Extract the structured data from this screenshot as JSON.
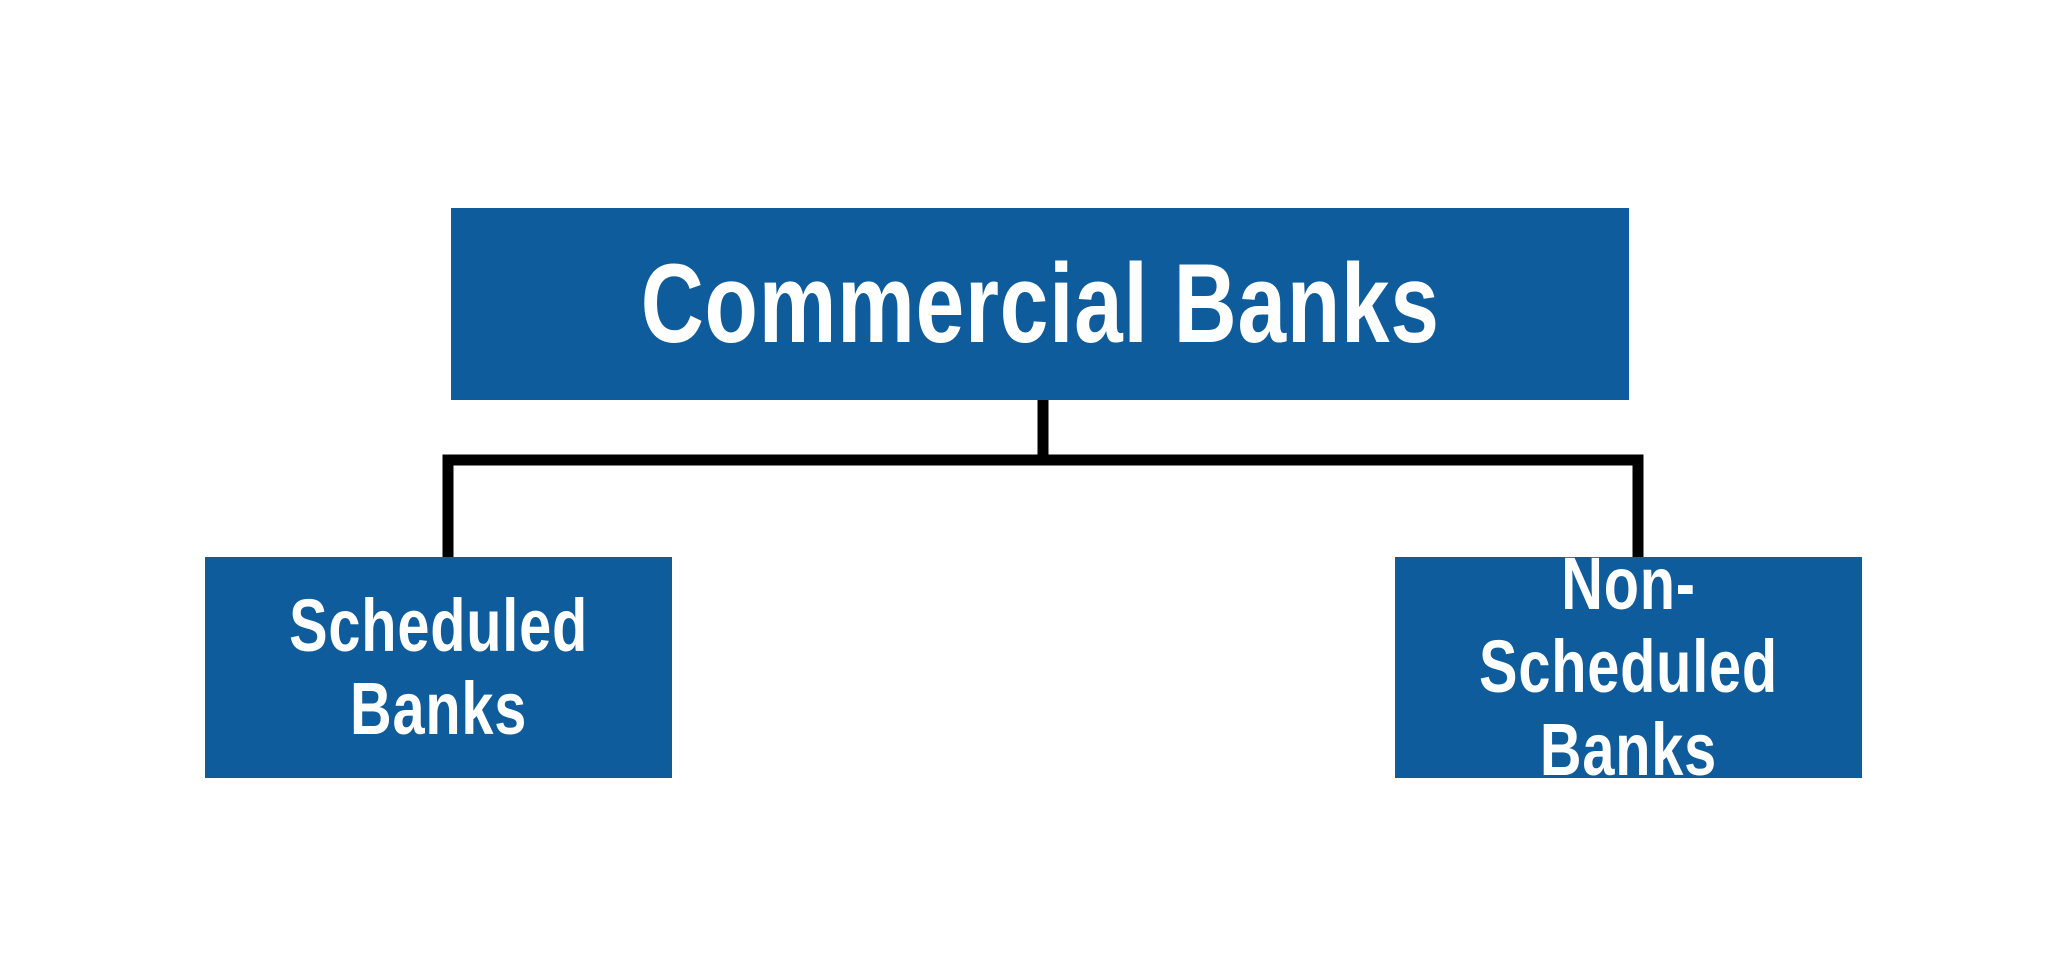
{
  "diagram": {
    "root": {
      "label": "Commercial Banks"
    },
    "children": [
      {
        "line1": "Scheduled",
        "line2": "Banks"
      },
      {
        "line1": "Non-Scheduled",
        "line2": "Banks"
      }
    ]
  },
  "colors": {
    "box_fill": "#0f5c9c",
    "box_text": "#ffffff",
    "connector": "#000000",
    "background": "#ffffff"
  }
}
